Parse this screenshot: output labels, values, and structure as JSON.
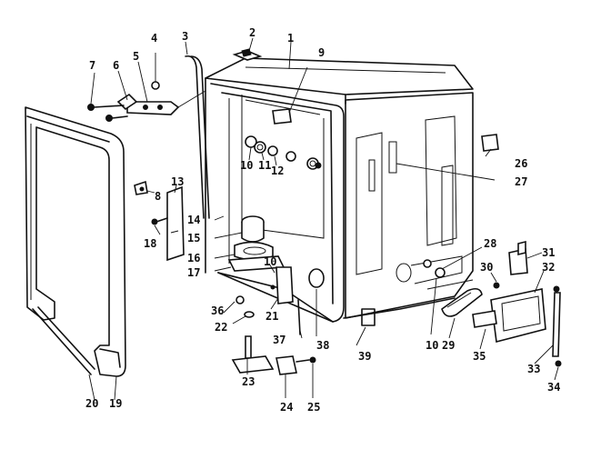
{
  "colors": {
    "ink": "#111111",
    "paper": "#ffffff"
  },
  "callouts": [
    "1",
    "2",
    "3",
    "4",
    "5",
    "6",
    "7",
    "8",
    "9",
    "10",
    "11",
    "12",
    "13",
    "14",
    "15",
    "16",
    "17",
    "18",
    "19",
    "20",
    "21",
    "22",
    "23",
    "24",
    "25",
    "26",
    "27",
    "28",
    "29",
    "30",
    "31",
    "32",
    "33",
    "34",
    "35",
    "36",
    "37",
    "38",
    "39"
  ],
  "callout_10_repeats": [
    "10",
    "10",
    "10"
  ]
}
